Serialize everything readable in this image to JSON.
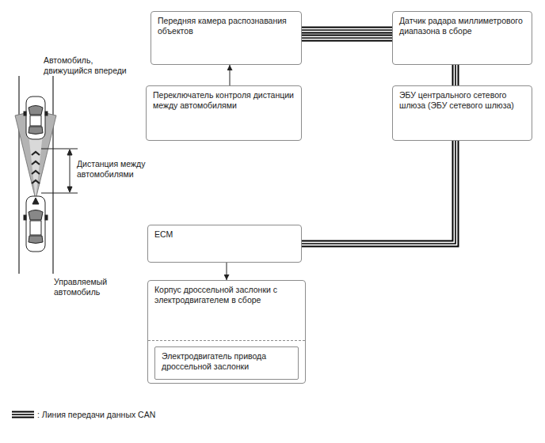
{
  "diagram": {
    "nodes": [
      {
        "text": [
          "Передняя камера распознавания объектов"
        ]
      },
      {
        "text": [
          "Датчик радара миллиметрового диапазона в сборе"
        ]
      },
      {
        "text": [
          "Переключатель контроля дистанции между автомобилями"
        ]
      },
      {
        "text": [
          "ЭБУ центрального сетевого шлюза (ЭБУ сетевого шлюза)"
        ]
      },
      {
        "text": [
          "ECM"
        ]
      },
      {
        "text": [
          "Корпус дроссельной заслонки с электродвигателем в сборе"
        ]
      },
      {
        "text": [
          "Электродвигатель привода дроссельной заслонки"
        ],
        "in": 5
      }
    ],
    "edges": [
      {
        "from": 2,
        "to": 0,
        "arrow": "to"
      },
      {
        "from": 0,
        "to": 1,
        "arrow": "none"
      },
      {
        "from": 0,
        "to": 3,
        "arrow": "none"
      },
      {
        "from": 3,
        "to": 4,
        "arrow": "none"
      },
      {
        "from": 4,
        "to": 5,
        "arrow": "to"
      }
    ],
    "labels": [
      "Автомобиль, движущийся впереди",
      "Дистанция между автомобилями",
      "Управляемый автомобиль"
    ],
    "legend": [
      {
        "text": ": Линия передачи данных CAN"
      }
    ]
  }
}
